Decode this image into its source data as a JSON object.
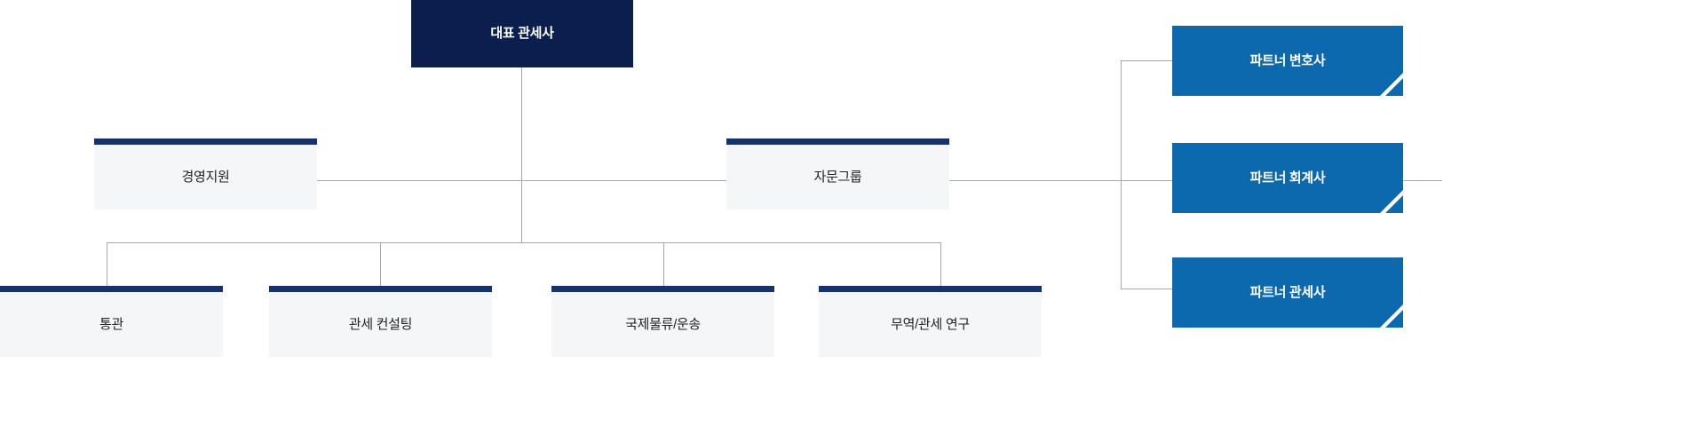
{
  "chart": {
    "type": "org-chart",
    "title": "",
    "colors": {
      "root_fill": "#0b1f4e",
      "panel_fill": "#f5f6f7",
      "panel_bar": "#17306e",
      "partner_fill": "#0d69ad",
      "connector": "#a8a8a8",
      "root_text": "#ffffff",
      "panel_text": "#222222",
      "partner_text": "#ffffff"
    },
    "nodes": {
      "root": {
        "label": "대표 관세사"
      },
      "support": {
        "label": "경영지원"
      },
      "advisory": {
        "label": "자문그룹"
      },
      "departments": [
        {
          "label": "통관"
        },
        {
          "label": "관세 컨설팅"
        },
        {
          "label": "국제물류/운송"
        },
        {
          "label": "무역/관세 연구"
        }
      ],
      "partners": [
        {
          "label": "파트너 변호사"
        },
        {
          "label": "파트너 회계사"
        },
        {
          "label": "파트너 관세사"
        }
      ]
    }
  }
}
